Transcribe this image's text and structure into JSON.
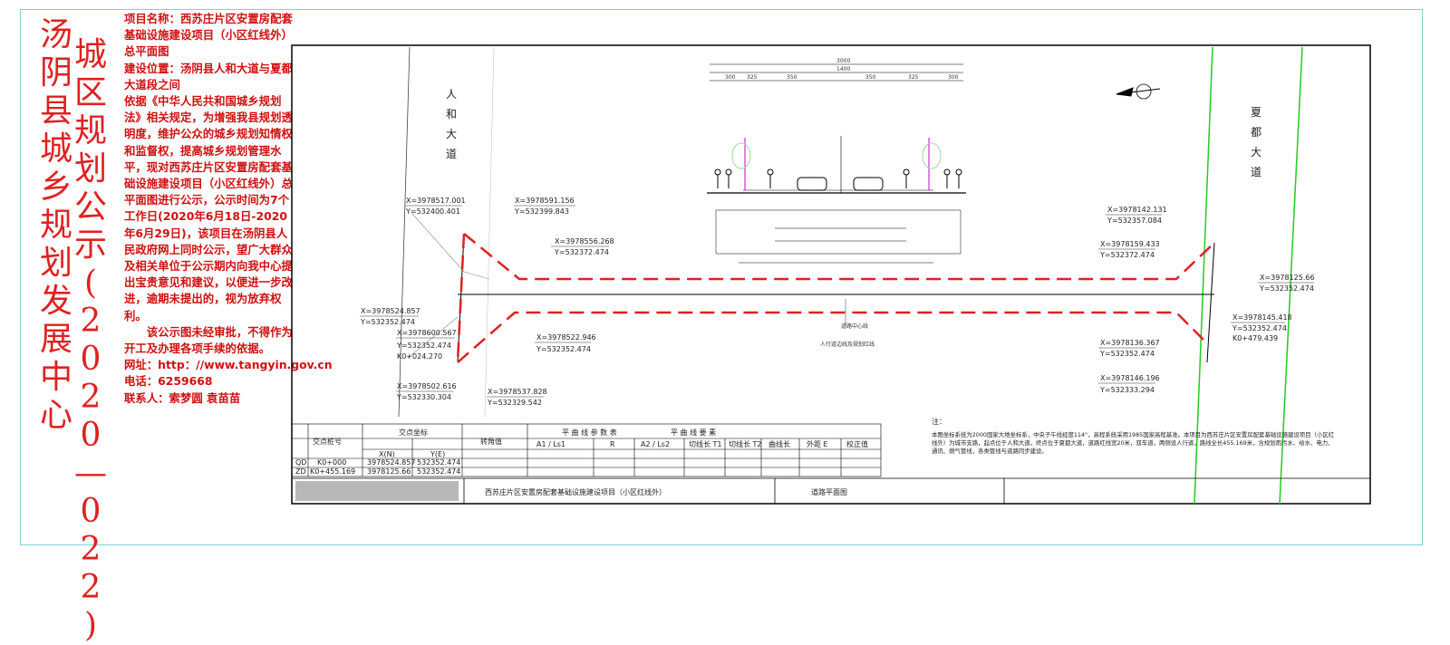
{
  "title_col1": [
    "汤",
    "阴",
    "县",
    "城",
    "乡",
    "规",
    "划",
    "发",
    "展",
    "中",
    "心"
  ],
  "title_col2": [
    "城",
    "区",
    "规",
    "划",
    "公",
    "示",
    "(",
    "2",
    "0",
    "2",
    "0",
    "—",
    "0",
    "2",
    "2",
    ")"
  ],
  "notice": {
    "project_label": "项目名称：西苏庄片区安置房配套基础设施建设项目（小区红线外）总平面图",
    "location": "建设位置：汤阴县人和大道与夏都大道段之间",
    "body": "依据《中华人民共和国城乡规划法》相关规定，为增强我县规划透明度，维护公众的城乡规划知情权和监督权，提高城乡规划管理水平，现对西苏庄片区安置房配套基础设施建设项目（小区红线外）总平面图进行公示，公示时间为7个工作日(2020年6月18日-2020年6月29日)，该项目在汤阴县人民政府网上同时公示，望广大群众及相关单位于公示期内向我中心提出宝贵意见和建议，以便进一步改进，逾期未提出的，视为放弃权利。",
    "disclaimer": "该公示图未经审批，不得作为开工及办理各项手续的依据。",
    "website_label": "网址：http：//www.tangyin.gov.cn",
    "phone": "电话：6259668",
    "contact": "联系人：索梦圆 袁苗苗"
  },
  "drawing": {
    "road_left": [
      "人",
      "和",
      "大",
      "道"
    ],
    "road_right": [
      "夏",
      "都",
      "大",
      "道"
    ],
    "section_dims_top": "3000",
    "section_dims_mid": "1400",
    "section_dims_parts": [
      "300",
      "325",
      "350",
      "350",
      "325",
      "300"
    ],
    "coords": [
      {
        "x": "X=3978517.001",
        "y": "Y=532400.401"
      },
      {
        "x": "X=3978591.156",
        "y": "Y=532399.843"
      },
      {
        "x": "X=3978556.268",
        "y": "Y=532372.474"
      },
      {
        "x": "X=3978524.857",
        "y": "Y=532352.474"
      },
      {
        "x": "X=3978600.567",
        "y": "Y=532352.474"
      },
      {
        "x": "X=3978522.946",
        "y": "Y=532352.474"
      },
      {
        "x": "X=3978502.616",
        "y": "Y=532330.304"
      },
      {
        "x": "X=3978537.828",
        "y": "Y=532329.542"
      },
      {
        "x": "X=3978142.131",
        "y": "Y=532357.084"
      },
      {
        "x": "X=3978159.433",
        "y": "Y=532372.474"
      },
      {
        "x": "X=3978125.66",
        "y": "Y=532352.474"
      },
      {
        "x": "X=3978145.418",
        "y": "Y=532352.474"
      },
      {
        "x": "X=3978136.367",
        "y": "Y=532352.474"
      },
      {
        "x": "X=3978146.196",
        "y": "Y=532333.294"
      }
    ],
    "k_start": "K0+024.270",
    "k_end": "K0+479.439",
    "center_label": "道路中心线",
    "center_label2": "人行道边线及规划红线",
    "note_title": "注：",
    "note_text": "本图坐标系统为2000国家大地坐标系，中央子午线经度114°，高程系统采用1985国家高程基准。本项目为西苏庄片区安置房配套基础设施建设项目（小区红线外）为城市支路，起点位于人和大道，终点位于夏都大道，道路红线宽20米，双车道，两侧设人行道，路线全长455.169米，含规划雨污水、给水、电力、通讯、燃气管线，各类管线与道路同步建设。"
  },
  "table": {
    "title": "平 曲 线 参 数 表",
    "h_point": "交点桩号",
    "h_coord": "交点坐标",
    "h_x": "X(N)",
    "h_y": "Y(E)",
    "h_angle": "转角值",
    "h_curve": "平 曲 线 要 素",
    "h_cols": [
      "A1 / Ls1",
      "R",
      "A2 / Ls2",
      "切线长 T1",
      "切线长 T2",
      "曲线长",
      "外距 E",
      "校正值"
    ],
    "rows": [
      {
        "id": "QD",
        "k": "K0+000",
        "x": "3978524.857",
        "y": "532352.474"
      },
      {
        "id": "ZD",
        "k": "K0+455.169",
        "x": "3978125.66",
        "y": "532352.474"
      }
    ],
    "project_name": "西苏庄片区安置房配套基础设施建设项目（小区红线外）",
    "drawing_name": "道路平面图"
  },
  "colors": {
    "red": "#e02020",
    "green": "#22cc22",
    "cyan": "#7fd3d3"
  }
}
